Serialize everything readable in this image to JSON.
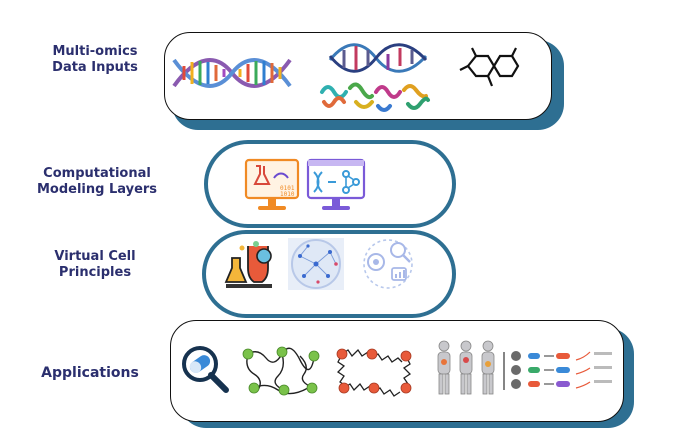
{
  "rows": {
    "inputs": {
      "label_line1": "Multi-omics",
      "label_line2": "Data Inputs"
    },
    "modeling": {
      "label_line1": "Computational",
      "label_line2": "Modeling Layers"
    },
    "principles": {
      "label_line1": "Virtual Cell",
      "label_line2": "Principles"
    },
    "applications": {
      "label_line1": "Applications"
    }
  },
  "icons": {
    "inputs": [
      "dna-helix-icon",
      "rna-protein-structure-icon",
      "molecule-icon"
    ],
    "modeling": [
      "lab-computer-icon",
      "dna-network-monitor-icon"
    ],
    "principles": [
      "chemistry-flasks-icon",
      "cell-network-icon",
      "analysis-gears-icon"
    ],
    "applications": [
      "drug-search-icon",
      "healthy-network-icon",
      "disease-network-icon",
      "patient-stratification-icon"
    ]
  },
  "colors": {
    "pill_border": "#2e6f92",
    "label_text": "#2b2f6e",
    "box_shadow": "#2e6f92"
  }
}
